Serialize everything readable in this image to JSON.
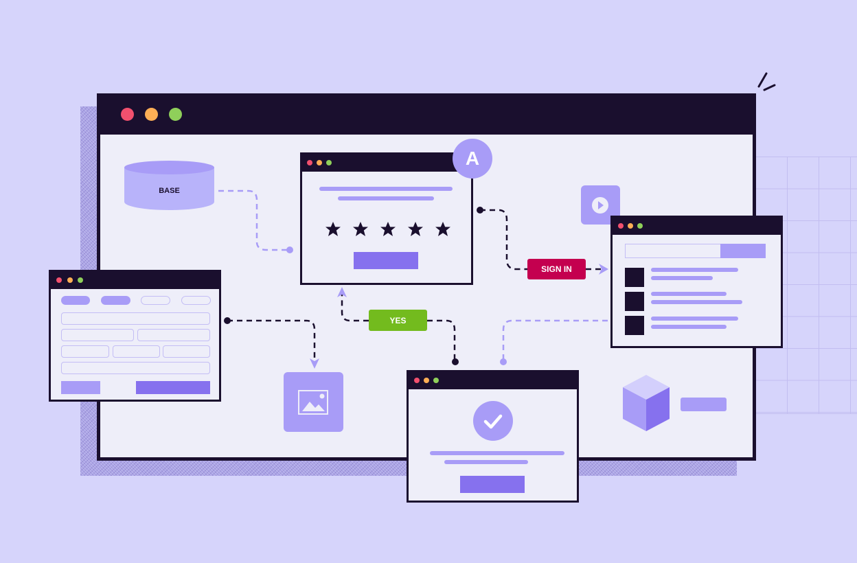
{
  "database": {
    "label": "BASE"
  },
  "avatar": {
    "initial": "A"
  },
  "flow": {
    "sign_in_label": "SIGN IN",
    "yes_label": "YES"
  },
  "rating_window": {
    "stars": 5
  },
  "colors": {
    "background": "#d6d4fb",
    "dark": "#1a0f2e",
    "accent": "#8671ee",
    "light_accent": "#a89cf7",
    "sign_in": "#c4004f",
    "yes": "#73bb1e",
    "dot_red": "#f2506e",
    "dot_orange": "#fdae55",
    "dot_green": "#8fcf5a"
  }
}
